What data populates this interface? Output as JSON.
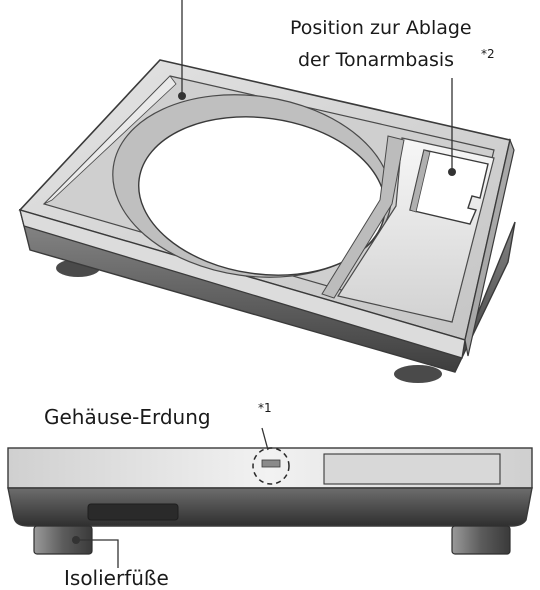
{
  "labels": {
    "tonearm_base_line1": "Position zur Ablage",
    "tonearm_base_line2": "der Tonarmbasis",
    "tonearm_base_mark": "*2",
    "chassis_ground": "Gehäuse-Erdung",
    "chassis_ground_mark": "*1",
    "isolator_feet": "Isolierfüße"
  },
  "colors": {
    "outline": "#3a3a3a",
    "frame_light": "#d9d9d9",
    "frame_mid": "#bdbdbd",
    "frame_dark": "#5a5a5a",
    "recess": "#c9c9c9",
    "cutout": "#ffffff",
    "foot": "#6a6a6a"
  }
}
